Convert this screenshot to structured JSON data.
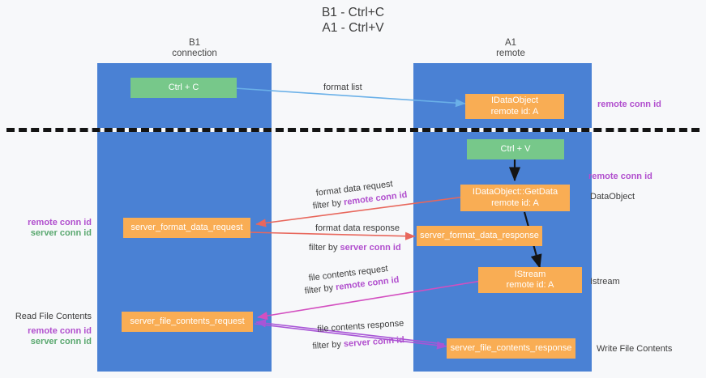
{
  "title": {
    "line1": "B1 - Ctrl+C",
    "line2": "A1 - Ctrl+V"
  },
  "columns": [
    {
      "name": "B1",
      "role": "connection"
    },
    {
      "name": "A1",
      "role": "remote"
    }
  ],
  "nodes": {
    "ctrl_c": "Ctrl + C",
    "idataobject_title": "IDataObject",
    "idataobject_sub": "remote id: A",
    "ctrl_v": "Ctrl + V",
    "getdata_title": "IDataObject::GetData",
    "getdata_sub": "remote id: A",
    "server_format_data_request": "server_format_data_request",
    "server_format_data_response": "server_format_data_response",
    "istream_title": "IStream",
    "istream_sub": "remote id: A",
    "server_file_contents_request": "server_file_contents_request",
    "server_file_contents_response": "server_file_contents_response"
  },
  "edges": {
    "format_list": "format list",
    "format_data_request": "format data request",
    "format_data_request_filter_prefix": "filter by ",
    "format_data_request_filter_key": "remote conn id",
    "format_data_response": "format data response",
    "format_data_response_filter_prefix": "filter by ",
    "format_data_response_filter_key": "server conn id",
    "file_contents_request": "file contents request",
    "file_contents_request_filter_prefix": "filter by ",
    "file_contents_request_filter_key": "remote conn id",
    "file_contents_response": "file contents response",
    "file_contents_response_filter_prefix": "filter by ",
    "file_contents_response_filter_key": "server conn id"
  },
  "annotations": {
    "right_remote_conn_id_top": "remote conn id",
    "right_remote_conn_id_mid": "remote conn id",
    "right_dataobject": "DataObject",
    "right_istream": "Istream",
    "right_write_file_contents": "Write File Contents",
    "left_remote_conn_id_mid": "remote conn id",
    "left_server_conn_id_mid": "server conn id",
    "left_read_file_contents": "Read File Contents",
    "left_remote_conn_id_bottom": "remote conn id",
    "left_server_conn_id_bottom": "server conn id"
  },
  "colors": {
    "lane": "#4a81d4",
    "green_node": "#77c88a",
    "orange_node": "#f9ad54",
    "purple_text": "#b14fce",
    "green_text": "#5aa86f",
    "arrow_blue": "#6ab0e8",
    "arrow_red": "#e8675c",
    "arrow_magenta": "#d34fc0",
    "arrow_purple": "#a855d6",
    "arrow_black": "#141414",
    "background": "#f7f8fa"
  }
}
